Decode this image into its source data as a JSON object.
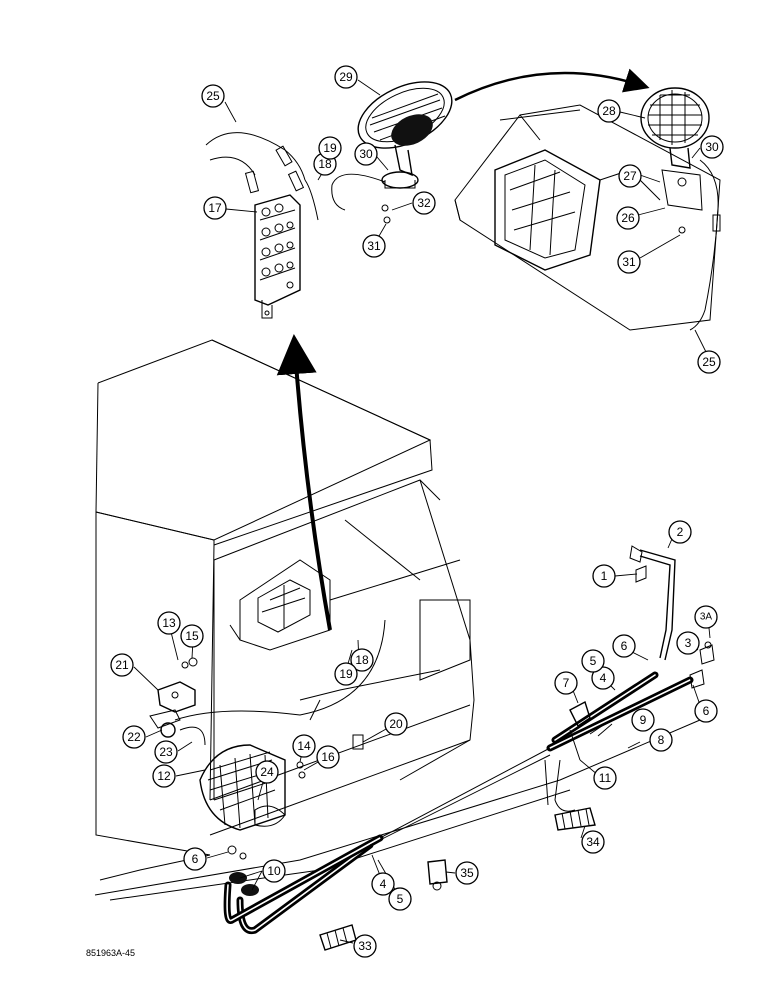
{
  "figure_id": "851963A-45",
  "callouts": {
    "c1": "1",
    "c2": "2",
    "c3": "3",
    "c3a": "3A",
    "c4a": "4",
    "c4b": "4",
    "c5a": "5",
    "c5b": "5",
    "c6a": "6",
    "c6b": "6",
    "c6c": "6",
    "c7": "7",
    "c8": "8",
    "c9": "9",
    "c10": "10",
    "c11": "11",
    "c12": "12",
    "c13": "13",
    "c14": "14",
    "c15": "15",
    "c16": "16",
    "c17": "17",
    "c18a": "18",
    "c18b": "18",
    "c19a": "19",
    "c19b": "19",
    "c20": "20",
    "c21": "21",
    "c22": "22",
    "c23": "23",
    "c24": "24",
    "c25a": "25",
    "c25b": "25",
    "c26": "26",
    "c27": "27",
    "c28": "28",
    "c29": "29",
    "c30a": "30",
    "c30b": "30",
    "c31a": "31",
    "c31b": "31",
    "c32": "32",
    "c33": "33",
    "c34": "34",
    "c35": "35"
  }
}
